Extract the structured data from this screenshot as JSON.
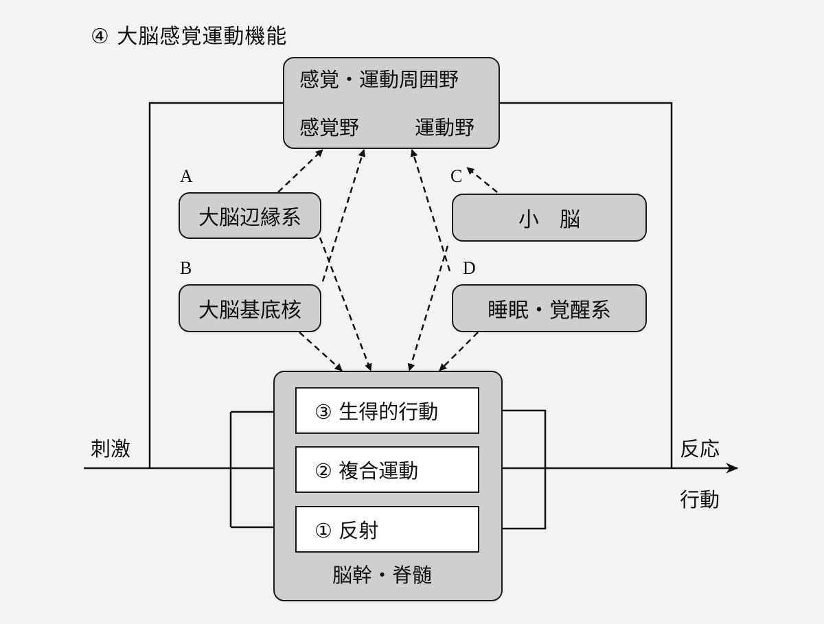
{
  "title": "④ 大脳感覚運動機能",
  "cortex": {
    "top_label": "感覚・運動周囲野",
    "sensory": "感覚野",
    "motor": "運動野"
  },
  "modules": {
    "A": {
      "letter": "A",
      "label": "大脳辺縁系"
    },
    "B": {
      "letter": "B",
      "label": "大脳基底核"
    },
    "C": {
      "letter": "C",
      "label": "小　脳"
    },
    "D": {
      "letter": "D",
      "label": "睡眠・覚醒系"
    }
  },
  "brainstem": {
    "label": "脳幹・脊髄",
    "levels": [
      "③ 生得的行動",
      "② 複合運動",
      "① 反射"
    ]
  },
  "io": {
    "stimulus": "刺激",
    "response": "反応",
    "action": "行動"
  }
}
